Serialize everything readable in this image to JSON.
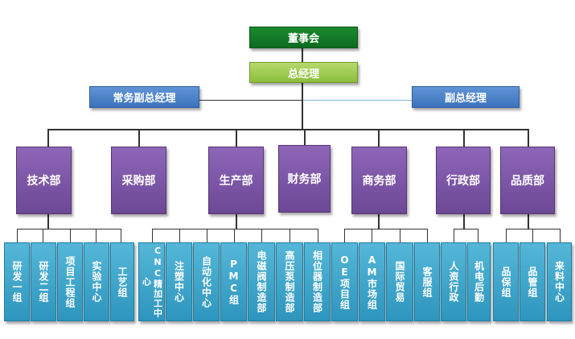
{
  "board": "董事会",
  "gm": "总经理",
  "deputy_exec": "常务副总经理",
  "deputy": "副总经理",
  "departments": [
    {
      "name": "技术部",
      "groups": [
        "研发一组",
        "研发二组",
        "项目工程组",
        "实验中心",
        "工艺组"
      ]
    },
    {
      "name": "采购部",
      "groups": []
    },
    {
      "name": "生产部",
      "groups": [
        "CNC精加工中心",
        "注塑中心",
        "自动化中心",
        "PMC组",
        "电磁阀制造部",
        "高压泵制造部",
        "相位器制造部"
      ]
    },
    {
      "name": "财务部",
      "groups": []
    },
    {
      "name": "商务部",
      "groups": [
        "OE项目组",
        "AM市场组",
        "国际贸易",
        "客服组"
      ]
    },
    {
      "name": "行政部",
      "groups": [
        "人资行政",
        "机电后勤"
      ]
    },
    {
      "name": "品质部",
      "groups": [
        "品保组",
        "品管组",
        "来料中心"
      ]
    }
  ]
}
